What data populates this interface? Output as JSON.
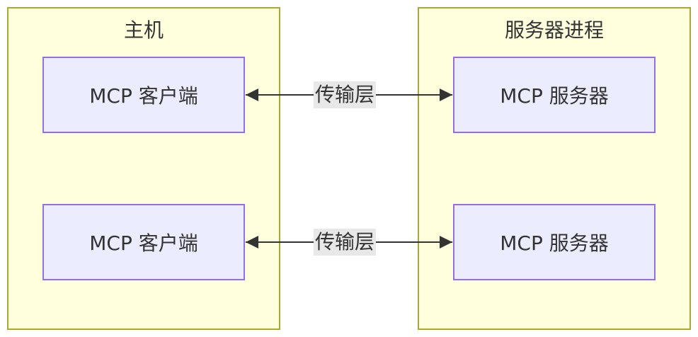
{
  "clusters": {
    "host": {
      "title": "主机"
    },
    "server_process": {
      "title": "服务器进程"
    }
  },
  "nodes": {
    "client_1": "MCP 客户端",
    "client_2": "MCP 客户端",
    "server_1": "MCP 服务器",
    "server_2": "MCP 服务器"
  },
  "edges": [
    {
      "from": "client_1",
      "to": "server_1",
      "label": "传输层",
      "direction": "bidirectional"
    },
    {
      "from": "client_2",
      "to": "server_2",
      "label": "传输层",
      "direction": "bidirectional"
    }
  ],
  "colors": {
    "cluster_fill": "#ffffde",
    "cluster_stroke": "#aaaa33",
    "node_fill": "#ececff",
    "node_stroke": "#9370db",
    "edge": "#333333",
    "edge_label_bg": "#e8e8e8",
    "text": "#333333"
  }
}
